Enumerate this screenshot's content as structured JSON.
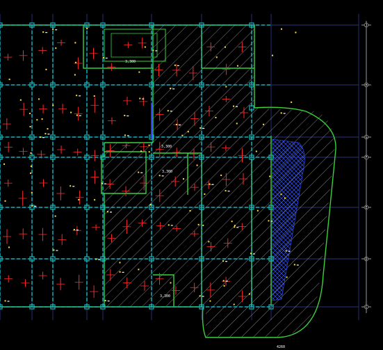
{
  "viewport": {
    "background": "#000000",
    "colors": {
      "grid": "#3a3fa8",
      "wall": "#39d33a",
      "column": "#19b3b3",
      "beam": "#19b3b3",
      "hatch": "#e0e0e0",
      "dim": "#ffffff",
      "rebar": "#ff2a2a",
      "mark": "#ffe23a",
      "blue_hatch": "#2a3cff"
    }
  },
  "drawing": {
    "axis_labels": [
      "J",
      "H",
      "G",
      "F",
      "E",
      "D",
      "C"
    ],
    "bottom_label": "4260",
    "elevation_tags": [
      "3,300",
      "3,300",
      "3,300",
      "3,300"
    ]
  }
}
